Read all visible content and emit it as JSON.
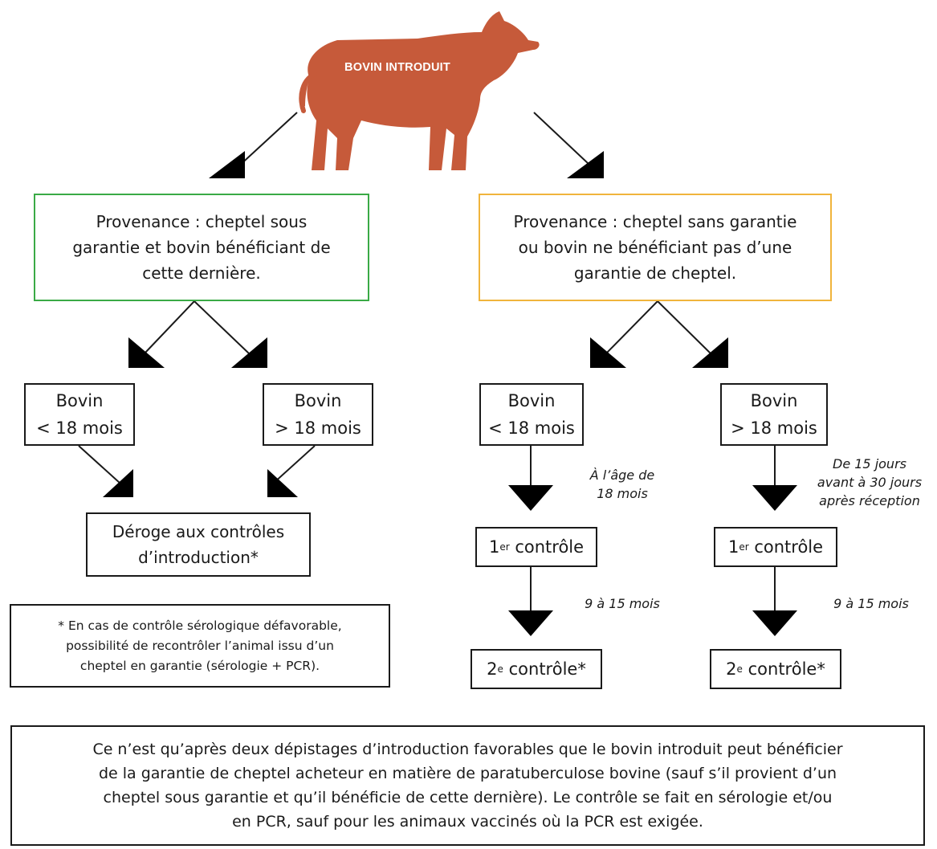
{
  "cow": {
    "title": "BOVIN INTRODUIT",
    "color": "#c65a3a"
  },
  "branches": {
    "left": {
      "provenance": [
        "Provenance : cheptel sous",
        "garantie et bovin bénéficiant de",
        "cette dernière."
      ],
      "border_color": "#3aaa46",
      "young": [
        "Bovin",
        "< 18 mois"
      ],
      "old": [
        "Bovin",
        "> 18 mois"
      ],
      "result": [
        "Déroge aux contrôles",
        "d’introduction*"
      ]
    },
    "right": {
      "provenance": [
        "Provenance : cheptel sans garantie",
        "ou bovin ne bénéficiant pas d’une",
        "garantie de cheptel."
      ],
      "border_color": "#f0b43c",
      "young": {
        "box": [
          "Bovin",
          "< 18 mois"
        ],
        "timing": [
          "À l’âge de",
          "18 mois"
        ],
        "interval": "9 à 15 mois"
      },
      "old": {
        "box": [
          "Bovin",
          "> 18 mois"
        ],
        "timing": [
          "De 15 jours",
          "avant à 30 jours",
          "après réception"
        ],
        "interval": "9 à 15 mois"
      }
    }
  },
  "controls": {
    "first_prefix": "1",
    "first_sup": "er",
    "first_word": " contrôle",
    "second_prefix": "2",
    "second_sup": "e",
    "second_word": " contrôle*"
  },
  "footnote": [
    "* En cas de contrôle sérologique défavorable,",
    "possibilité de recontrôler l’animal issu d’un",
    "cheptel en garantie (sérologie + PCR)."
  ],
  "conclusion": [
    "Ce n’est qu’après deux dépistages d’introduction favorables que le bovin introduit peut bénéficier",
    "de la garantie de cheptel acheteur en matière de paratuberculose bovine (sauf s’il provient d’un",
    "cheptel sous garantie et qu’il bénéficie de cette dernière). Le contrôle se fait en sérologie et/ou",
    "en PCR, sauf pour les animaux vaccinés où la PCR est exigée."
  ]
}
